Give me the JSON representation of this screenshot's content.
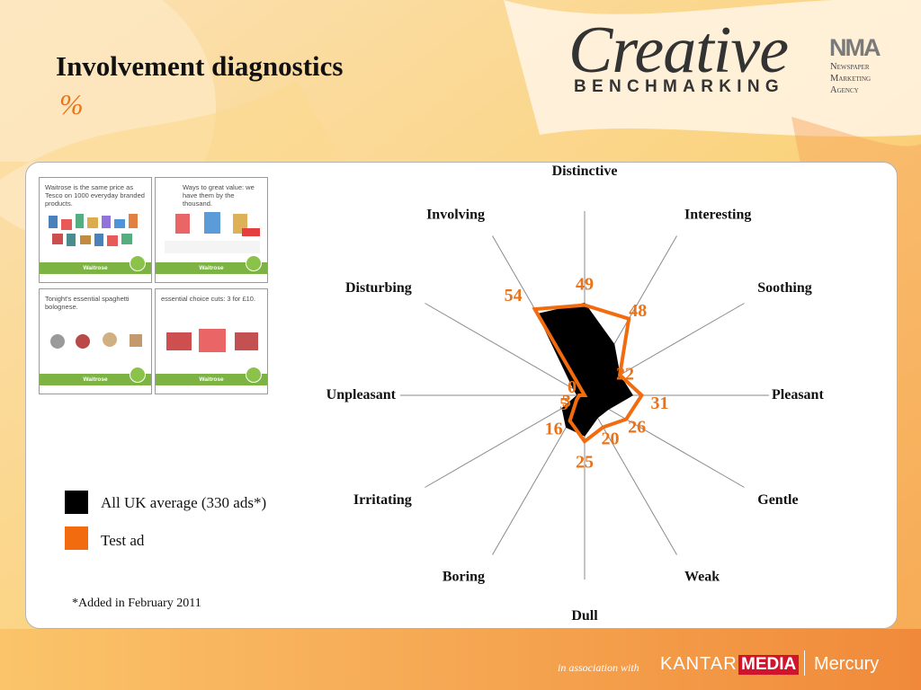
{
  "slide": {
    "title": "Involvement diagnostics",
    "subtitle": "%",
    "accent_color": "#e8731a"
  },
  "branding": {
    "creative": "Creative",
    "benchmarking": "BENCHMARKING",
    "nma_mark": "NMA",
    "nma_line1": "Newspaper",
    "nma_line2": "Marketing",
    "nma_line3": "Agency",
    "association": "in association with",
    "kantar": "KANTAR",
    "media": "MEDIA",
    "mercury": "Mercury"
  },
  "thumbnails": [
    {
      "text": "Waitrose is the same price as Tesco on 1000 everyday branded products.",
      "brand": "Waitrose"
    },
    {
      "text": "Ways to great value: we have them by the thousand.",
      "brand": "Waitrose"
    },
    {
      "text": "Tonight's essential spaghetti bolognese.",
      "brand": "Waitrose"
    },
    {
      "text": "essential choice cuts: 3 for £10.",
      "brand": "Waitrose"
    }
  ],
  "legend": {
    "items": [
      {
        "label": "All UK average (330 ads*)",
        "color": "#000000"
      },
      {
        "label": "Test ad",
        "color": "#f26b0f"
      }
    ]
  },
  "footnote": "*Added in February 2011",
  "chart_data": {
    "type": "radar",
    "axes": [
      "Distinctive",
      "Interesting",
      "Soothing",
      "Pleasant",
      "Gentle",
      "Weak",
      "Dull",
      "Boring",
      "Irritating",
      "Unpleasant",
      "Disturbing",
      "Involving"
    ],
    "range": [
      0,
      100
    ],
    "series": [
      {
        "name": "All UK average (330 ads*)",
        "color": "#000000",
        "values": [
          50,
          32,
          22,
          26,
          15,
          14,
          22,
          20,
          14,
          4,
          7,
          51
        ]
      },
      {
        "name": "Test ad",
        "color": "#f26b0f",
        "values": [
          49,
          48,
          22,
          31,
          26,
          20,
          25,
          16,
          5,
          3,
          0,
          54
        ]
      }
    ],
    "data_labels": [
      "49",
      "48",
      "22",
      "31",
      "26",
      "20",
      "25",
      "16",
      "5",
      "3",
      "0",
      "54"
    ]
  }
}
